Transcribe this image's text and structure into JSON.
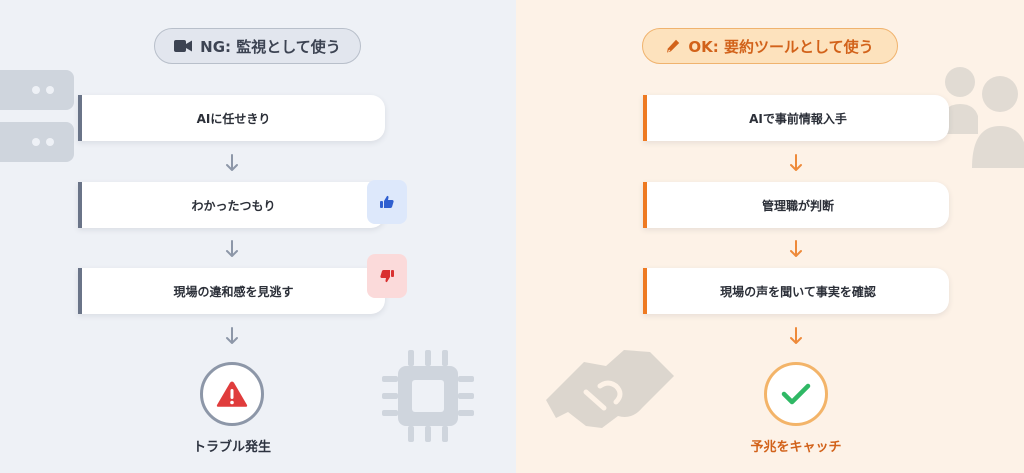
{
  "ng": {
    "badge_label": "NG: 監視として使う",
    "badge_icon": "video-camera-icon",
    "steps": [
      {
        "label": "AIに任せきり"
      },
      {
        "label": "わかったつもり"
      },
      {
        "label": "現場の違和感を見逃す"
      }
    ],
    "result_label": "トラブル発生",
    "result_icon": "warning-triangle-icon",
    "accent_color": "#6a7488",
    "alert_color": "#e03c3c"
  },
  "ok": {
    "badge_label": "OK: 要約ツールとして使う",
    "badge_icon": "pen-icon",
    "steps": [
      {
        "label": "AIで事前情報入手"
      },
      {
        "label": "管理職が判断"
      },
      {
        "label": "現場の声を聞いて事実を確認"
      }
    ],
    "result_label": "予兆をキャッチ",
    "result_icon": "checkmark-icon",
    "accent_color": "#ee7a22",
    "check_color": "#2fb865"
  }
}
